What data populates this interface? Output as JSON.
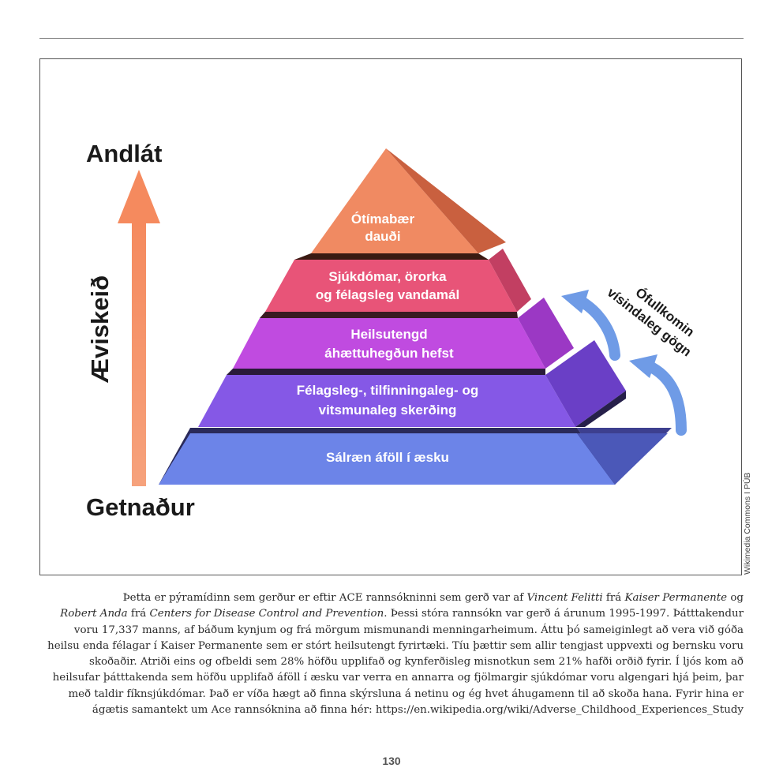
{
  "figure": {
    "top_label": "Andlát",
    "bottom_label": "Getnaður",
    "axis_label": "Æviskeið",
    "side_label_line1": "Ófullkomin",
    "side_label_line2": "vísindaleg gögn",
    "levels": [
      {
        "line1": "Ótímabær",
        "line2": "dauði",
        "color": "#f08a62"
      },
      {
        "line1": "Sjúkdómar, örorka",
        "line2": "og félagsleg vandamál",
        "color": "#e85478"
      },
      {
        "line1": "Heilsutengd",
        "line2": "áhættuhegðun hefst",
        "color": "#c04be0"
      },
      {
        "line1": "Félagsleg-, tilfinningaleg- og",
        "line2": "vitsmunaleg skerðing",
        "color": "#8558e6"
      },
      {
        "line1": "Sálræn áföll í æsku",
        "line2": "",
        "color": "#6c84e8"
      }
    ],
    "credit": "Wikimedia Commons I PÚB"
  },
  "caption": {
    "p1": "Þetta er pýramídinn sem gerður er eftir ACE rannsókninni sem gerð var af ",
    "felitti": "Vincent Felitti",
    "p2": " frá ",
    "kaiser": "Kaiser Permanente",
    "p3": " og",
    "anda": "Robert Anda",
    "p4": " frá ",
    "cdc": "Centers for Disease Control and Prevention",
    "p5": ". Þessi stóra rannsókn var gerð á árunum 1995-1997. Þátttakendur voru 17,337 manns, af báðum kynjum og frá mörgum mismunandi menningarheimum. Áttu þó sameiginlegt að vera við góða heilsu enda félagar í Kaiser Permanente sem er stórt heilsutengt fyrirtæki. Tíu þættir sem allir tengjast uppvexti og bernsku voru skoðaðir. Atriði eins og ofbeldi sem 28% höfðu upplifað og kynferðisleg misnotkun sem 21% hafði orðið fyrir. Í ljós kom að heilsufar þátttakenda sem höfðu upplifað áföll í æsku var verra en annarra og fjölmargir sjúkdómar voru algengari hjá þeim, þar með taldir fíknsjúkdómar. Það er víða hægt að finna skýrsluna á netinu og ég hvet áhugamenn til að skoða hana. Fyrir hina er ágætis samantekt um Ace rannsóknina að finna hér: https://en.wikipedia.org/wiki/Adverse_Childhood_Experiences_Study"
  },
  "page_number": "130"
}
